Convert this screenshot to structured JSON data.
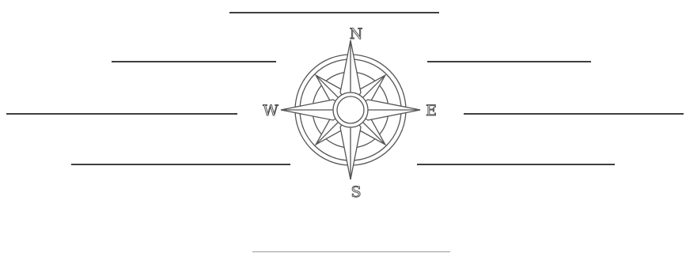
{
  "compass": {
    "north": "N",
    "south": "S",
    "east": "E",
    "west": "W"
  },
  "colors": {
    "line": "#3f3f3f",
    "outline": "#555555",
    "background": "#ffffff"
  }
}
